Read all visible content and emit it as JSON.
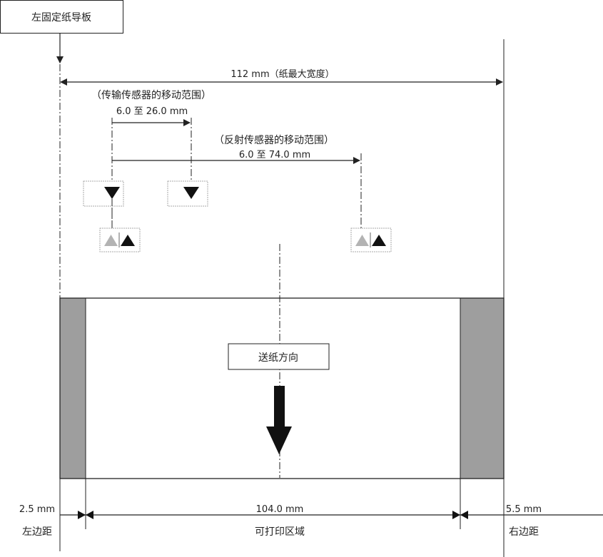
{
  "title_box": "左固定纸导板",
  "paper_width_label": "112 mm（纸最大宽度）",
  "transmissive": {
    "label": "（传输传感器的移动范围）",
    "range": "6.0 至 26.0 mm"
  },
  "reflective": {
    "label": "（反射传感器的移动范围）",
    "range": "6.0 至 74.0 mm"
  },
  "feed_direction": "送纸方向",
  "left_margin": {
    "value": "2.5 mm",
    "label": "左边距"
  },
  "printable": {
    "value": "104.0 mm",
    "label": "可打印区域"
  },
  "right_margin": {
    "value": "5.5 mm",
    "label": "右边距"
  },
  "colors": {
    "margin": "#9e9e9e",
    "line": "#222222",
    "gray_triangle": "#b3b3b3"
  }
}
